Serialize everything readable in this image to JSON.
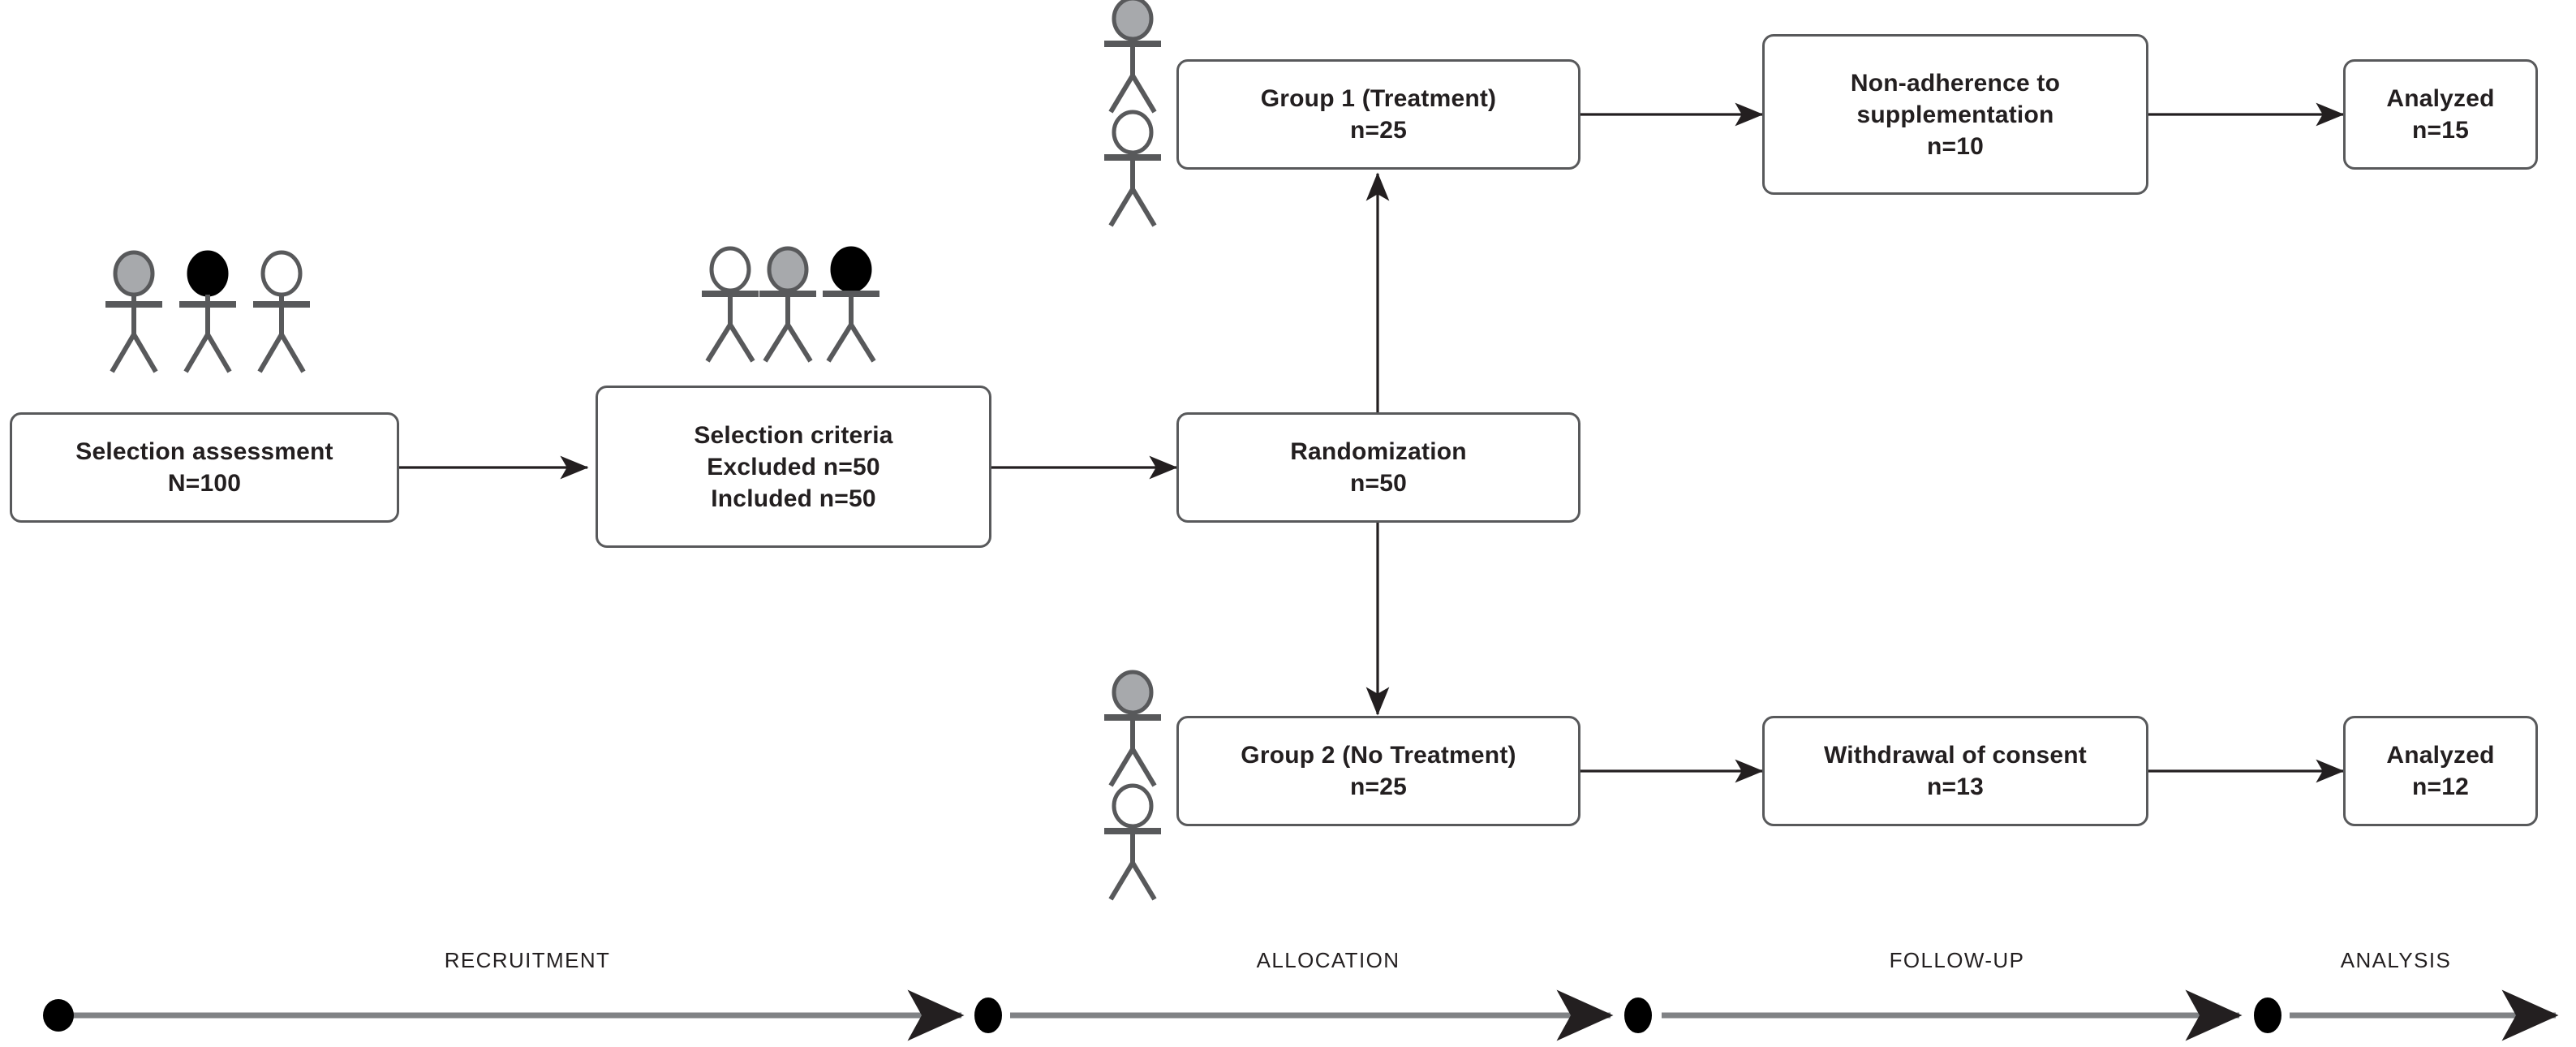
{
  "diagram": {
    "title": "CONSORT-style randomized trial flow diagram",
    "colors": {
      "box_border": "#58595b",
      "text": "#231f20",
      "arrow": "#231f20",
      "timeline": "#808285",
      "figure_stroke": "#58595b",
      "head_gray": "#a7a9ac",
      "head_black": "#000000",
      "head_white": "#ffffff"
    }
  },
  "nodes": {
    "selection_assessment": {
      "lines": [
        "Selection assessment",
        "N=100"
      ]
    },
    "selection_criteria": {
      "lines": [
        "Selection criteria",
        "Excluded n=50",
        "Included n=50"
      ]
    },
    "randomization": {
      "lines": [
        "Randomization",
        "n=50"
      ]
    },
    "group1": {
      "lines": [
        "Group 1 (Treatment)",
        "n=25"
      ]
    },
    "non_adherence": {
      "lines": [
        "Non-adherence to",
        "supplementation",
        "n=10"
      ]
    },
    "analyzed_top": {
      "lines": [
        "Analyzed",
        "n=15"
      ]
    },
    "group2": {
      "lines": [
        "Group 2 (No Treatment)",
        "n=25"
      ]
    },
    "withdrawal": {
      "lines": [
        "Withdrawal of consent",
        "n=13"
      ]
    },
    "analyzed_bottom": {
      "lines": [
        "Analyzed",
        "n=12"
      ]
    }
  },
  "figure_groups": [
    {
      "name": "figures-screening",
      "heads": [
        "gray",
        "black",
        "white"
      ],
      "orientation": "row"
    },
    {
      "name": "figures-eligible",
      "heads": [
        "white",
        "gray",
        "black"
      ],
      "orientation": "row"
    },
    {
      "name": "figures-group1",
      "heads": [
        "gray",
        "white"
      ],
      "orientation": "column"
    },
    {
      "name": "figures-group2",
      "heads": [
        "gray",
        "white"
      ],
      "orientation": "column"
    }
  ],
  "timeline": {
    "phases": [
      {
        "label": "RECRUITMENT"
      },
      {
        "label": "ALLOCATION"
      },
      {
        "label": "FOLLOW-UP"
      },
      {
        "label": "ANALYSIS"
      }
    ],
    "markers": 4
  }
}
